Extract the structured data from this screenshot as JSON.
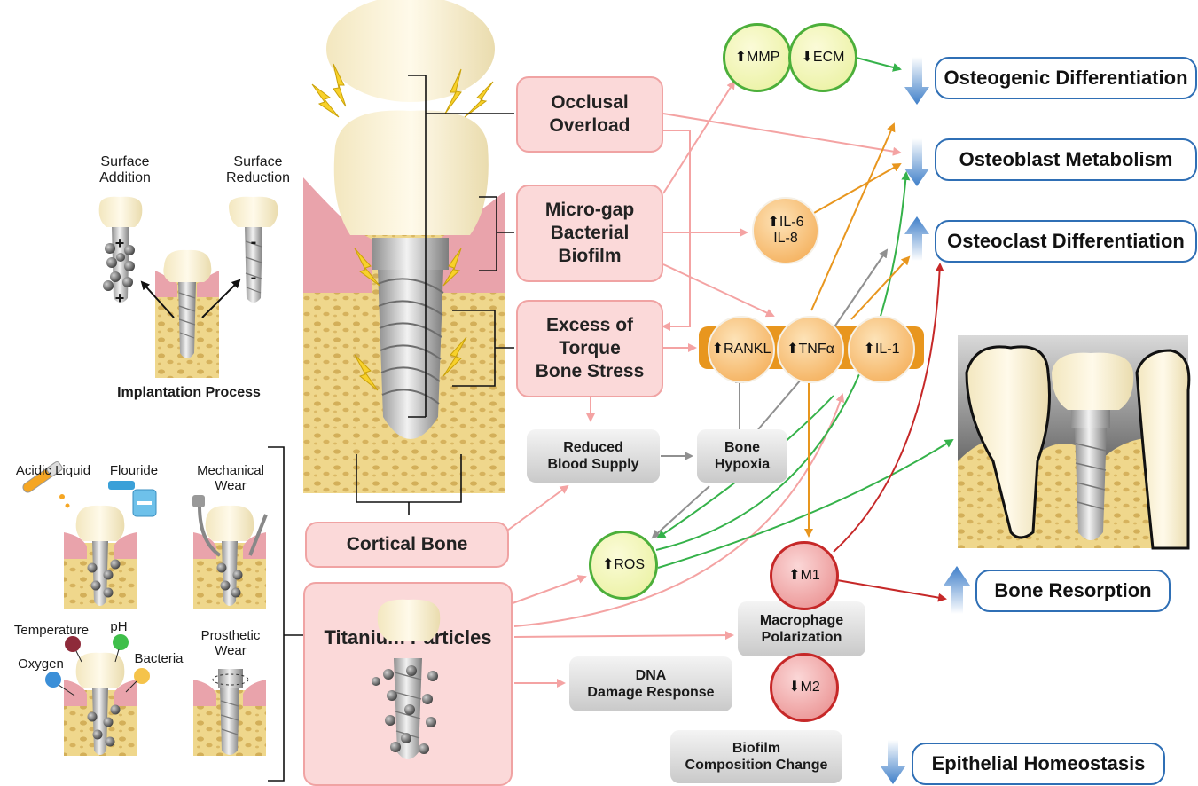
{
  "implantation": {
    "surface_addition": "Surface\nAddition",
    "surface_reduction": "Surface\nReduction",
    "title": "Implantation Process",
    "plus": "+",
    "minus": "-"
  },
  "wear": {
    "acidic_liquid": "Acidic Liquid",
    "flouride": "Flouride",
    "mechanical_wear": "Mechanical\nWear",
    "temperature": "Temperature",
    "ph": "pH",
    "oxygen": "Oxygen",
    "bacteria": "Bacteria",
    "prosthetic_wear": "Prosthetic\nWear"
  },
  "causes": {
    "occlusal_overload": "Occlusal\nOverload",
    "micro_gap": "Micro-gap\nBacterial\nBiofilm",
    "excess_torque": "Excess of\nTorque\nBone Stress",
    "cortical_bone": "Cortical Bone",
    "titanium_particles": "Titanium Particles"
  },
  "intermediates": {
    "reduced_blood_supply": "Reduced\nBlood Supply",
    "bone_hypoxia": "Bone\nHypoxia",
    "dna_damage": "DNA\nDamage Response",
    "macrophage_polarization": "Macrophage\nPolarization",
    "biofilm_composition": "Biofilm\nComposition Change"
  },
  "markers": {
    "mmp": "MMP",
    "ecm": "ECM",
    "il6_il8_top": "IL-6",
    "il6_il8_bottom": "IL-8",
    "rankl": "RANKL",
    "tnfa": "TNFα",
    "il1": "IL-1",
    "ros": "ROS",
    "m1": "M1",
    "m2": "M2",
    "up": "⬆",
    "down": "⬇"
  },
  "outcomes": {
    "osteogenic": "Osteogenic Differentiation",
    "osteoblast": "Osteoblast Metabolism",
    "osteoclast": "Osteoclast Differentiation",
    "bone_resorption": "Bone Resorption",
    "epithelial": "Epithelial Homeostasis"
  },
  "colors": {
    "pink_arrow": "#f4a3a3",
    "green_arrow": "#35b24a",
    "orange_arrow": "#e8961e",
    "gray_arrow": "#909090",
    "red_arrow": "#c62828",
    "blue_arrow": "#3f7fc9",
    "gum": "#e9a3ab",
    "bone": "#efd78c",
    "crown": "#fbf2d3"
  }
}
